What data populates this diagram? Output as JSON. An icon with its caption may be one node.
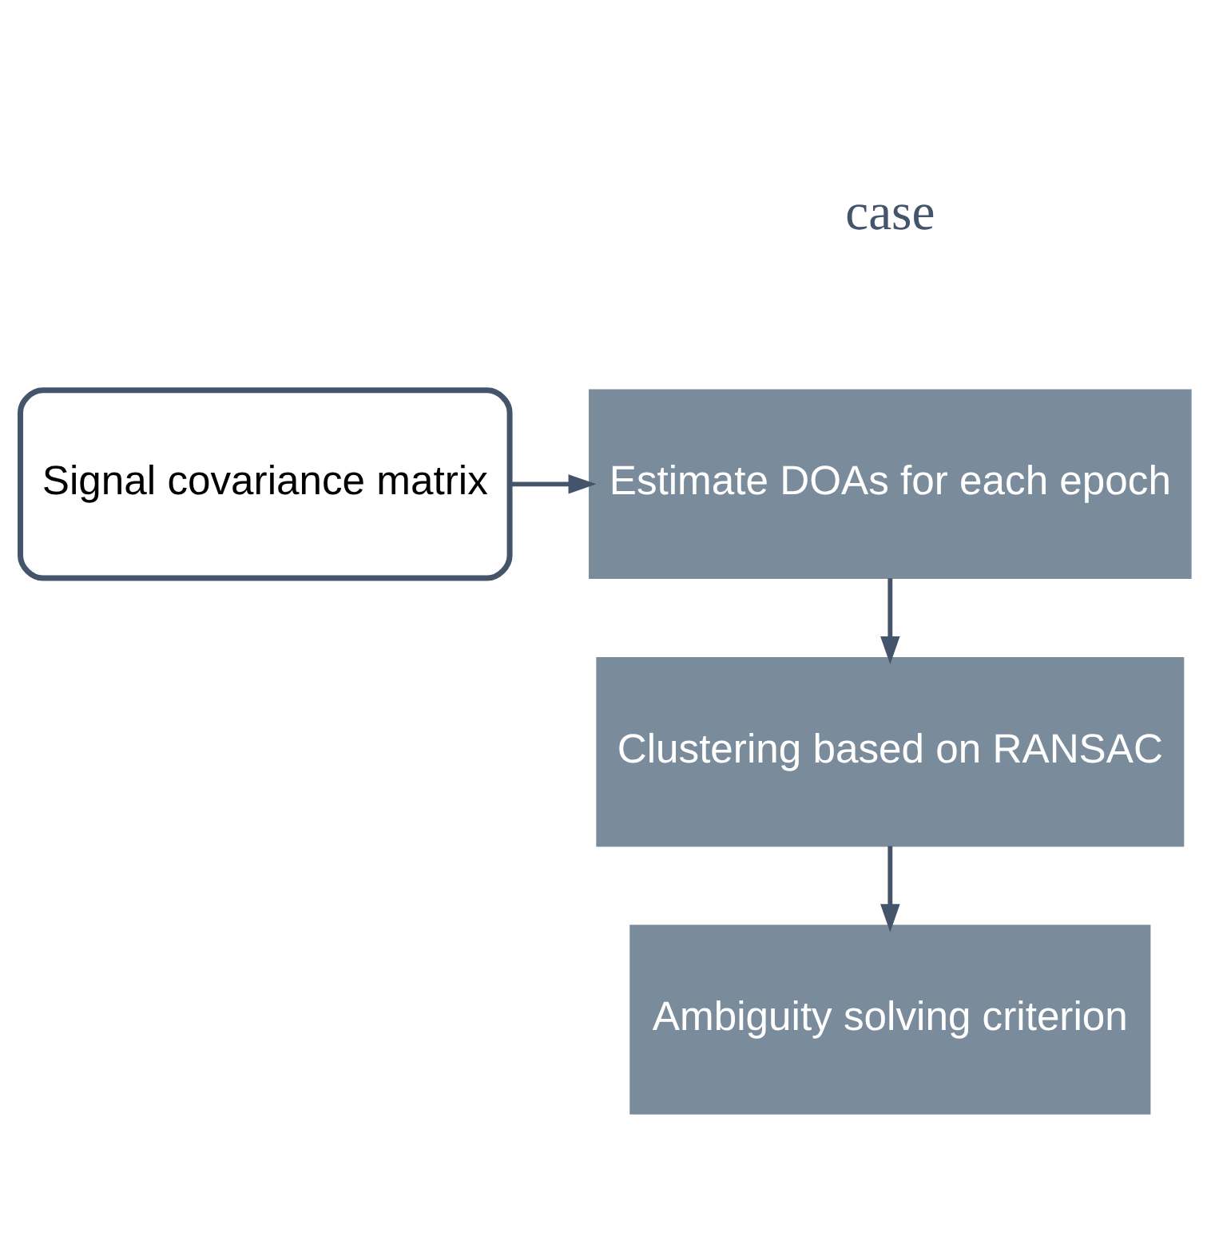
{
  "diagram": {
    "nodes": [
      {
        "text": [
          "Signal covariance matrix"
        ]
      },
      {
        "text": [
          "Estimate DOAs for each epoch"
        ]
      },
      {
        "text": [
          "Clustering based on RANSAC"
        ]
      },
      {
        "text": [
          "Ambiguity solving criterion"
        ]
      }
    ],
    "edges": [
      {
        "from": 0,
        "to": 1,
        "arrow": "to"
      },
      {
        "from": 1,
        "to": 2,
        "arrow": "to"
      },
      {
        "from": 2,
        "to": 3,
        "arrow": "to"
      }
    ],
    "labels": [
      "case"
    ]
  }
}
